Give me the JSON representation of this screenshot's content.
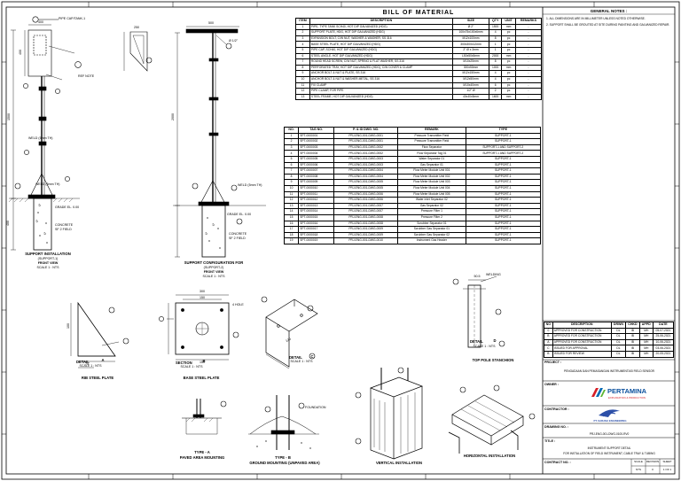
{
  "bom": {
    "title": "BILL OF MATERIAL",
    "headers": [
      "ITEM",
      "DESCRIPTION",
      "SIZE",
      "QTY",
      "UNIT",
      "REMARKS"
    ],
    "rows": [
      [
        "1",
        "PIPE, TYPE TANK SCH40, HOT DIP GALVANIZED (HDG)",
        "Ø 2\"",
        "1500",
        "mm",
        "-"
      ],
      [
        "2",
        "SUPPORT PLATE, HDG, HOT DIP GALVANIZED (HDG)",
        "100x75x100x6mm",
        "4",
        "pc",
        "-"
      ],
      [
        "3",
        "EXPANSION BOLT, C/W NUT, WASHER & WASHER, SS 316",
        "M12x100mm",
        "8",
        "pc",
        "-"
      ],
      [
        "4",
        "BASE STEEL PLATE, HOT DIP GALVANIZED (HDG)",
        "300x300x12mm",
        "1",
        "pc",
        "-"
      ],
      [
        "5",
        "PIPE CAP, SCH40, HOT DIP GALVANIZED (HDG)",
        "2\" Ø x 3mm",
        "1",
        "pc",
        "-"
      ],
      [
        "6",
        "STEEL ANGLE, HOT DIP GALVANIZED (HDG)",
        "L50x50x5mm",
        "2000",
        "mm",
        "-"
      ],
      [
        "7",
        "ROUND HEAD SCREW, C/W NUT, SPRING & FLAT WASHER, SS 316",
        "M10x25mm",
        "8",
        "pc",
        "-"
      ],
      [
        "8",
        "PERFORATED TRAY, HOT DIP GALVANIZED (HDG), C/W COVER & CLAMP",
        "300x50mm",
        "1000",
        "mm",
        "-"
      ],
      [
        "9",
        "ANCHOR BOLT & NUT & PLATE, SS 316",
        "M12x150mm",
        "4",
        "pc",
        "-"
      ],
      [
        "10",
        "ANCHOR BOLT & NUT & WASHER-METAL, SS 316",
        "M12x50mm",
        "4",
        "pc",
        "-"
      ],
      [
        "11",
        "FIX CLAMP",
        "M10x40mm",
        "6",
        "pc",
        "-"
      ],
      [
        "12",
        "PIPE CLAMP, FOR PIPE",
        "1/2\" Ø",
        "2",
        "pc",
        "-"
      ],
      [
        "13",
        "STEEL FRAME, HOT DIP GALVANIZED (HDG)",
        "40x40x5mm",
        "1600",
        "mm",
        "-"
      ]
    ]
  },
  "tag": {
    "headers": [
      "NO.",
      "TAG NO.",
      "P. & ID DWG. NO.",
      "REMARK",
      "TYPE"
    ],
    "rows": [
      [
        "1",
        "SPT-0000001",
        "PRJ-ENG-001-DWG-0001",
        "Pressure Transmitter Field",
        "SUPPORT-1"
      ],
      [
        "2",
        "SPT-0000002",
        "PRJ-ENG-001-DWG-0001",
        "Pressure Transmitter Field",
        "SUPPORT-1"
      ],
      [
        "3",
        "SPT-0000003",
        "PRJ-ENG-001-DWG-0002",
        "Flow Separator",
        "SUPPORT-1 AND SUPPORT-2"
      ],
      [
        "4",
        "SPT-0000004",
        "PRJ-ENG-001-DWG-0002",
        "Flow Separator Tag 01",
        "SUPPORT-1 AND SUPPORT-2"
      ],
      [
        "5",
        "SPT-0000005",
        "PRJ-ENG-001-DWG-0003",
        "Water Separator 01",
        "SUPPORT-1"
      ],
      [
        "6",
        "SPT-0000006",
        "PRJ-ENG-001-DWG-0003",
        "Gas Separator 01",
        "SUPPORT-1"
      ],
      [
        "7",
        "SPT-0000007",
        "PRJ-ENG-001-DWG-0004",
        "Flow Meter Module Unit 001",
        "SUPPORT-1"
      ],
      [
        "8",
        "SPT-0000008",
        "PRJ-ENG-001-DWG-0004",
        "Flow Meter Module Unit 002",
        "SUPPORT-1"
      ],
      [
        "9",
        "SPT-0000009",
        "PRJ-ENG-001-DWG-0005",
        "Flow Meter Module Unit 003",
        "SUPPORT-1"
      ],
      [
        "10",
        "SPT-0000010",
        "PRJ-ENG-001-DWG-0005",
        "Flow Meter Module Unit 004",
        "SUPPORT-1"
      ],
      [
        "11",
        "SPT-0000011",
        "PRJ-ENG-001-DWG-0006",
        "Flow Meter Module Unit 005",
        "SUPPORT-1"
      ],
      [
        "12",
        "SPT-0000012",
        "PRJ-ENG-001-DWG-0006",
        "Water Inlet Separator 02",
        "SUPPORT-1"
      ],
      [
        "13",
        "SPT-0000013",
        "PRJ-ENG-001-DWG-0007",
        "Gas Separator 02",
        "SUPPORT-1"
      ],
      [
        "14",
        "SPT-0000014",
        "PRJ-ENG-001-DWG-0007",
        "Pressure Filter 1",
        "SUPPORT-1"
      ],
      [
        "15",
        "SPT-0000015",
        "PRJ-ENG-001-DWG-0008",
        "Pressure Filter 2",
        "SUPPORT-1"
      ],
      [
        "16",
        "SPT-0000016",
        "PRJ-ENG-001-DWG-0008",
        "Scrubber Separator 01",
        "SUPPORT-1"
      ],
      [
        "17",
        "SPT-0000017",
        "PRJ-ENG-001-DWG-0009",
        "Scrubber Gas Separator 01",
        "SUPPORT-1"
      ],
      [
        "18",
        "SPT-0000018",
        "PRJ-ENG-001-DWG-0009",
        "Scrubber Gas Separator 02",
        "SUPPORT-1"
      ],
      [
        "19",
        "SPT-0000019",
        "PRJ-ENG-001-DWG-0010",
        "Instrument Gas Header",
        "SUPPORT-1"
      ]
    ]
  },
  "notes": {
    "title": "GENERAL NOTES :",
    "items": [
      "1. ALL DIMENSIONS ARE IN MILLIMETER UNLESS NOTED OTHERWISE.",
      "2. SUPPORT SHALL BE GROUTED AT SITE DURING PAINTING AND GALVANIZED REPAIR."
    ]
  },
  "revisions": {
    "headers": [
      "NO",
      "DESCRIPTION",
      "DRWN",
      "CHKD",
      "APPD",
      "DATE"
    ],
    "rows": [
      [
        "0",
        "APPROVED FOR CONSTRUCTION",
        "DL",
        "IB",
        "MH",
        "05-07-2021"
      ],
      [
        "B",
        "APPROVED FOR CONSTRUCTION",
        "DL",
        "IB",
        "MH",
        "25-06-2021"
      ],
      [
        "A",
        "APPROVED FOR CONSTRUCTION",
        "DL",
        "IB",
        "MH",
        "10-06-2021"
      ],
      [
        "C",
        "ISSUED FOR APPROVAL",
        "DL",
        "IB",
        "MH",
        "03-06-2021"
      ],
      [
        "B",
        "ISSUED FOR REVIEW",
        "DL",
        "IB",
        "MH",
        "20-05-2021"
      ]
    ]
  },
  "titleblock": {
    "project_label": "PROJECT :",
    "project_value": "PENGADAAN DAN PEMASANGAN INSTRUMENTASI FIELD SENSOR",
    "owner_label": "OWNER :",
    "owner_name": "PERTAMINA",
    "owner_sub": "EXPLORATION & PRODUCTION",
    "contractor_label": "CONTRACTOR :",
    "contractor_name": "PT. SARANA ENGINEERING",
    "drawing_no_label": "DRAWING NO. :",
    "drawing_no_value": "PRJ-ENG-001-DWG-0100-RV0",
    "title_label": "TITLE :",
    "title_line1": "INSTRUMENT SUPPORT DETAIL",
    "title_line2": "FOR INSTALLATION OF FIELD INSTRUMENT, CABLE TRAY & TUBING",
    "contract_label": "CONTRACT NO. :",
    "scale_head": "SCALE",
    "revision_head": "REVISION",
    "sheet_head": "SHEET",
    "scale_val": "NTS",
    "revision_val": "0",
    "sheet_val": "1 OF 1"
  },
  "views": {
    "support1": {
      "title": "SUPPORT INSTALLATION",
      "sub1": "(SUPPORT-1)",
      "sub2": "FRONT VIEW",
      "scale": "SCALE 1 : NTS"
    },
    "support2": {
      "title": "SUPPORT CONFIGURATION FOR",
      "sub1": "(SUPPORT-2)",
      "sub2": "FRONT VIEW",
      "scale": "SCALE 1 : NTS"
    },
    "detail_a": {
      "title": "DETAIL",
      "letter": "A",
      "scale": "SCALE 1 : NTS"
    },
    "section_b": {
      "title": "SECTION",
      "letter": "B",
      "scale": "SCALE 1 : NTS"
    },
    "detail_c": {
      "title": "DETAIL",
      "letter": "C",
      "scale": "SCALE 1 : NTS"
    },
    "detail_d": {
      "title": "DETAIL",
      "letter": "D",
      "scale": "SCALE 1 : NTS"
    },
    "rib_plate": "RIB STEEL PLATE",
    "base_plate": "BASE STEEL PLATE",
    "pole_stanchion": "TOP POLE STANCHION",
    "type_a": "TYPE - A",
    "type_a_sub": "PAVED AREA MOUNTING",
    "type_b": "TYPE - B",
    "type_b_sub": "GROUND MOUNTING (UNPAVED AREA)",
    "vertical": "VERTICAL INSTALLATION",
    "horizontal": "HORIZONTAL INSTALLATION"
  },
  "dims": {
    "d400": "400",
    "d300": "300",
    "d150": "150",
    "d250": "250",
    "d500": "500",
    "d1500": "1500",
    "d2000": "2000",
    "d80": "80",
    "d75": "75",
    "d100": "100",
    "d50": "50.5",
    "d120": "120"
  },
  "callouts": {
    "pipe_cap": "PIPE CAP/TANK-1",
    "weld1": "WELD (5mm TH)",
    "weld2": "WELD (5mm TH)",
    "weld3": "WELD (5mm TH)",
    "grade": "GRADE EL. 0.00",
    "concrete": "CONCRETE",
    "concrete_sub": "SF 2 FIELD",
    "pipe_half": "Ø 1/2\"",
    "hole": "4 HOLE",
    "welding": "WELDING",
    "foundation": "FOUNDATION",
    "ref_note": "REF NOTE"
  }
}
